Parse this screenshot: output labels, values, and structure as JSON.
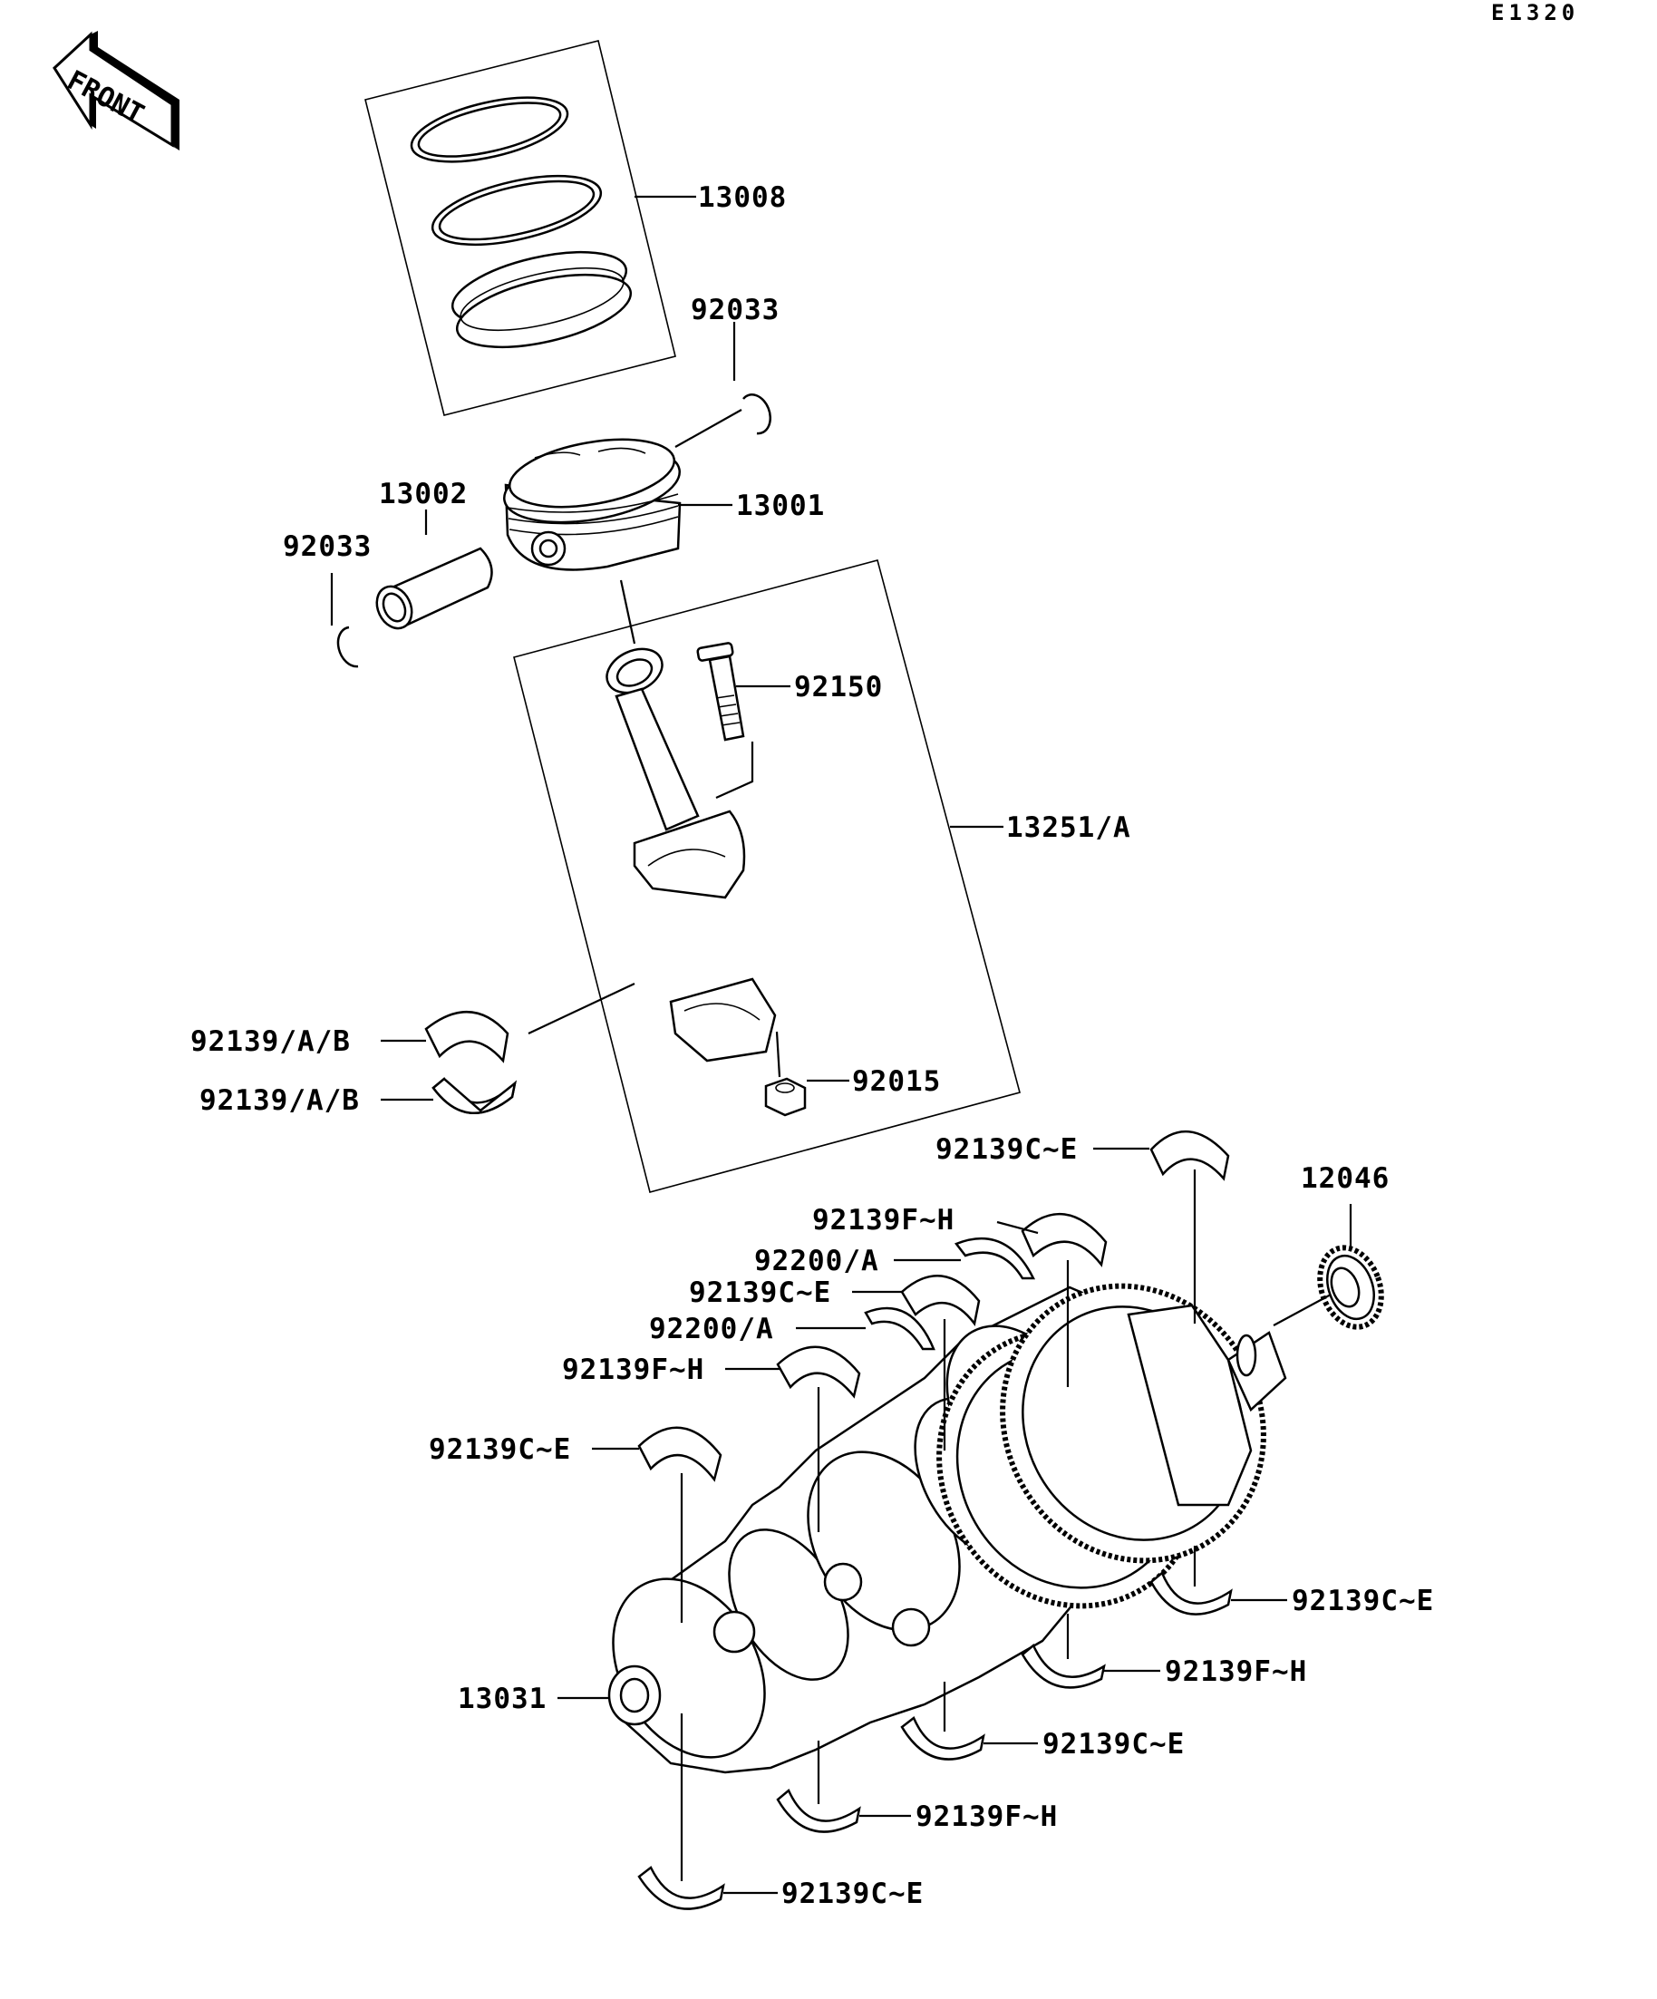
{
  "diagram_code": "E1320",
  "front_label": "FRONT",
  "callouts": [
    {
      "id": "piston-ring-set",
      "part_no": "13008"
    },
    {
      "id": "snap-ring-right",
      "part_no": "92033"
    },
    {
      "id": "piston",
      "part_no": "13001"
    },
    {
      "id": "piston-pin",
      "part_no": "13002"
    },
    {
      "id": "snap-ring-left",
      "part_no": "92033"
    },
    {
      "id": "conrod-bolt",
      "part_no": "92150"
    },
    {
      "id": "connecting-rod",
      "part_no": "13251/A"
    },
    {
      "id": "conrod-bearing-upper",
      "part_no": "92139/A/B"
    },
    {
      "id": "conrod-bearing-lower",
      "part_no": "92139/A/B"
    },
    {
      "id": "conrod-nut",
      "part_no": "92015"
    },
    {
      "id": "main-bearing-upper-1",
      "part_no": "92139C~E"
    },
    {
      "id": "crank-gear",
      "part_no": "12046"
    },
    {
      "id": "main-bearing-upper-2",
      "part_no": "92139F~H"
    },
    {
      "id": "thrust-washer-1",
      "part_no": "92200/A"
    },
    {
      "id": "main-bearing-upper-3",
      "part_no": "92139C~E"
    },
    {
      "id": "thrust-washer-2",
      "part_no": "92200/A"
    },
    {
      "id": "main-bearing-upper-4",
      "part_no": "92139F~H"
    },
    {
      "id": "main-bearing-upper-5",
      "part_no": "92139C~E"
    },
    {
      "id": "main-bearing-lower-1",
      "part_no": "92139C~E"
    },
    {
      "id": "main-bearing-lower-2",
      "part_no": "92139F~H"
    },
    {
      "id": "crankshaft",
      "part_no": "13031"
    },
    {
      "id": "main-bearing-lower-3",
      "part_no": "92139C~E"
    },
    {
      "id": "main-bearing-lower-4",
      "part_no": "92139F~H"
    },
    {
      "id": "main-bearing-lower-5",
      "part_no": "92139C~E"
    }
  ]
}
